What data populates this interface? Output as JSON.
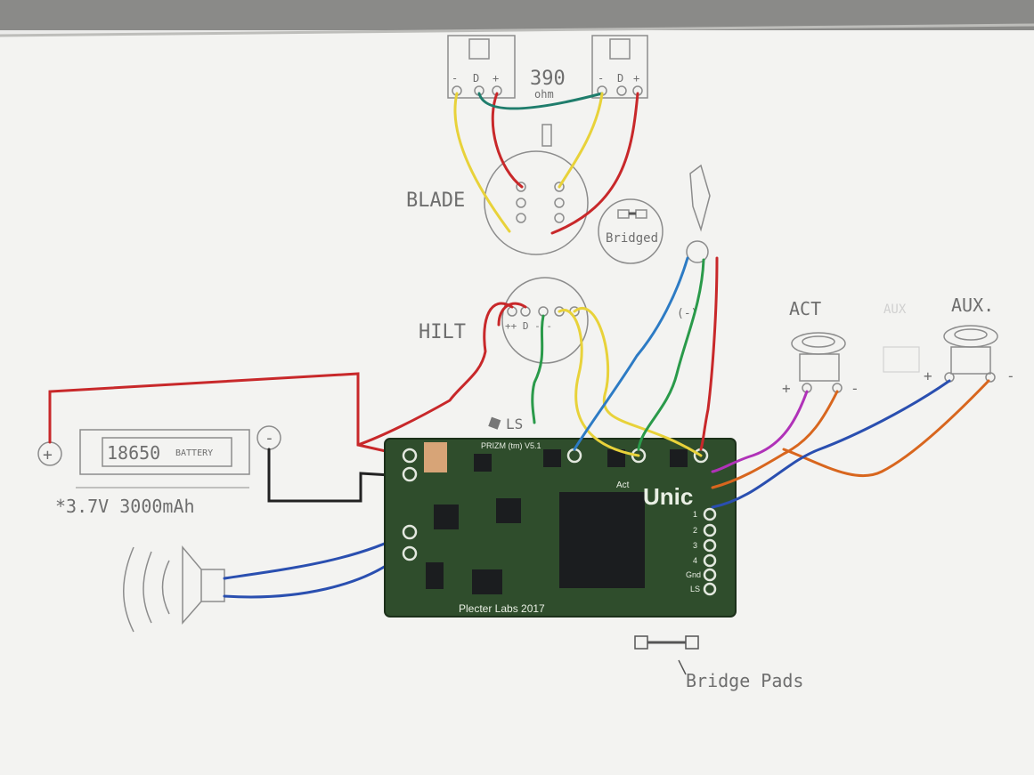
{
  "blade": {
    "label": "BLADE",
    "resistor_value": "390",
    "resistor_unit": "ohm",
    "strip_pin_labels": [
      "-",
      "D",
      "+"
    ],
    "bridged_label": "Bridged"
  },
  "hilt": {
    "label": "HILT",
    "pin_labels": "++ D - -"
  },
  "ls_label": "LS",
  "battery": {
    "label": "18650",
    "sublabel": "BATTERY",
    "spec": "*3.7V 3000mAh",
    "plus": "+",
    "minus": "-"
  },
  "switches": {
    "act": {
      "label": "ACT",
      "plus": "+",
      "minus": "-"
    },
    "aux": {
      "label": "AUX.",
      "ghost": "AUX",
      "plus": "+",
      "minus": "-"
    }
  },
  "led_cathode_label": "(-)",
  "pcb": {
    "name": "PRIZM (tm) V5.1",
    "act_label": "Act",
    "brand": "Unic",
    "maker": "Plecter Labs 2017",
    "pad_labels": [
      "1",
      "2",
      "3",
      "4",
      "Gnd",
      "LS"
    ]
  },
  "bridge_pads_label": "Bridge Pads",
  "colors": {
    "paper": "#f2f2f0",
    "pcb": "#2f4d2c",
    "wire_red": "#c8282a",
    "wire_yellow": "#e8d23a",
    "wire_green": "#2a9a4a",
    "wire_teal": "#1f7d6c",
    "wire_blue": "#2a4fb0",
    "wire_lightblue": "#2d7bc4",
    "wire_orange": "#d8661e",
    "wire_magenta": "#b032b8",
    "wire_black": "#222222"
  }
}
